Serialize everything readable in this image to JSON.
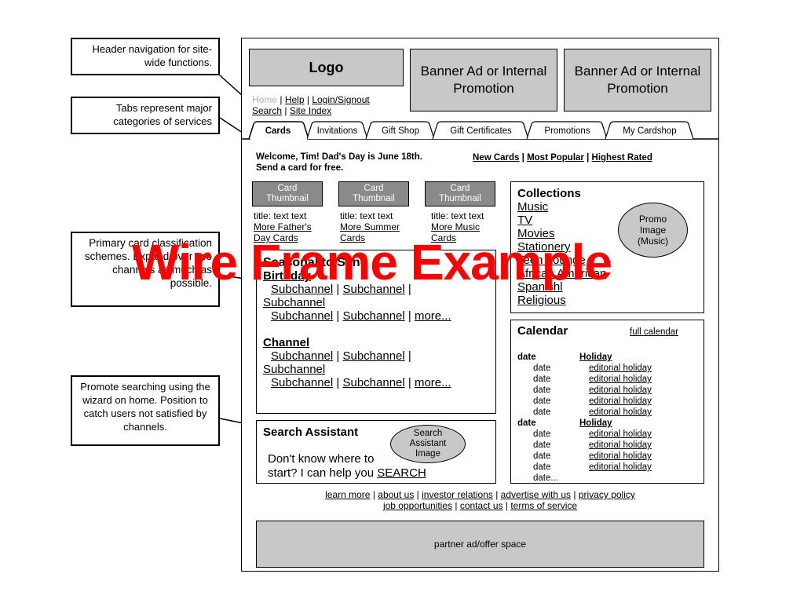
{
  "callouts": {
    "header_nav": "Header navigation for site-wide functions.",
    "tabs": "Tabs represent major categories of services",
    "primary": "Primary card classification schemes. Expand over two channels as much as possible.",
    "promote": "Promote searching using the wizard on home. Position to catch users not satisfied by channels."
  },
  "header": {
    "logo": "Logo",
    "banner1": "Banner Ad or Internal Promotion",
    "banner2": "Banner Ad or Internal Promotion",
    "nav_home": "Home",
    "nav_help": "Help",
    "nav_login": "Login/Signout",
    "nav_search": "Search",
    "nav_index": "Site Index",
    "sep": "|"
  },
  "tabs": [
    "Cards",
    "Invitations",
    "Gift Shop",
    "Gift Certificates",
    "Promotions",
    "My Cardshop"
  ],
  "welcome": {
    "line1": "Welcome, Tim!  Dad's Day is June 18th.",
    "line2": "Send a card for free.",
    "new_cards": "New Cards",
    "most_popular": "Most Popular",
    "highest_rated": "Highest Rated"
  },
  "thumbs": [
    {
      "label": "Card Thumbnail",
      "title": "title:  text text",
      "link1": "More Father's",
      "link2": "Day Cards"
    },
    {
      "label": "Card Thumbnail",
      "title": "title:  text text",
      "link1": "More Summer",
      "link2": "Cards"
    },
    {
      "label": "Card Thumbnail",
      "title": "title:  text text",
      "link1": "More Music",
      "link2": "Cards"
    }
  ],
  "channels": {
    "heading": "Seasonal to Send",
    "group1": "Birthday",
    "group2": "Channel",
    "sub": "Subchannel",
    "more": "more..."
  },
  "collections": {
    "title": "Collections",
    "items": [
      "Music",
      "TV",
      "Movies",
      "Stationery",
      "Teen Lounge",
      "African American",
      "Spanishl",
      "Religious"
    ],
    "promo": "Promo Image (Music)"
  },
  "calendar": {
    "title": "Calendar",
    "full": "full calendar",
    "date": "date",
    "holiday": "Holiday",
    "editorial": "editorial holiday",
    "date_more": "date..."
  },
  "search": {
    "title": "Search Assistant",
    "image": "Search Assistant Image",
    "line1": "Don't know where to",
    "line2": "start?  I can help you",
    "link": "SEARCH"
  },
  "footer": {
    "links1": [
      "learn more",
      "about us",
      "investor relations",
      "advertise with us",
      "privacy policy"
    ],
    "links2": [
      "job opportunities",
      "contact us",
      "terms of service"
    ],
    "partner": "partner ad/offer space"
  },
  "overlay": {
    "text": "Wire Frame Example",
    "color": "#ff0000"
  }
}
